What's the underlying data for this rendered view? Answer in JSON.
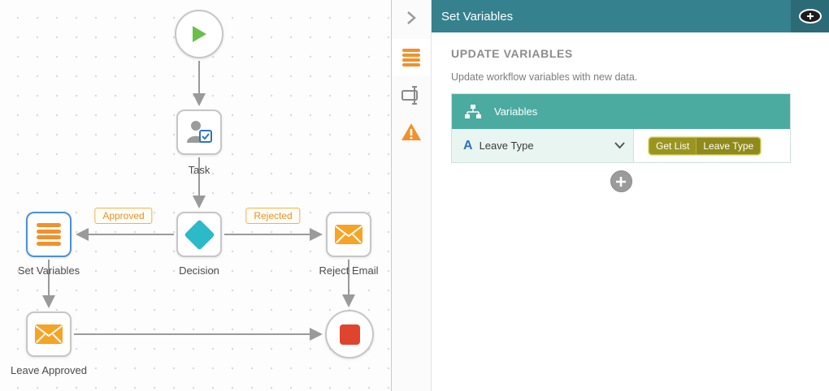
{
  "panel": {
    "title": "Set Variables",
    "section": {
      "heading": "UPDATE VARIABLES",
      "subtitle": "Update workflow variables with new data."
    },
    "card": {
      "title": "Variables",
      "row": {
        "type_letter": "A",
        "label": "Leave Type",
        "tag": {
          "method": "Get List",
          "value": "Leave Type"
        }
      }
    },
    "tabs": [
      {
        "icon": "variables-stack-icon",
        "active": true
      },
      {
        "icon": "text-field-icon",
        "active": false
      },
      {
        "icon": "warning-icon",
        "active": false
      }
    ]
  },
  "canvas": {
    "labels": {
      "task": "Task",
      "decision": "Decision",
      "set_variables": "Set Variables",
      "reject_email": "Reject Email",
      "leave_approved": "Leave Approved"
    },
    "edge_labels": {
      "approved": "Approved",
      "rejected": "Rejected"
    }
  },
  "colors": {
    "panel_header_teal": "#35818e",
    "card_header_teal": "#4caba1",
    "row_background": "#e9f5f1",
    "accent_orange": "#f0922b",
    "tag_olive": "#8f8a1b",
    "decision_teal": "#2cb9c8",
    "start_green": "#6abf4b",
    "end_red": "#e0442e",
    "selection_blue": "#4a90d9",
    "type_letter_blue": "#2f74c0",
    "edge_label_orange": "#e8912d"
  }
}
